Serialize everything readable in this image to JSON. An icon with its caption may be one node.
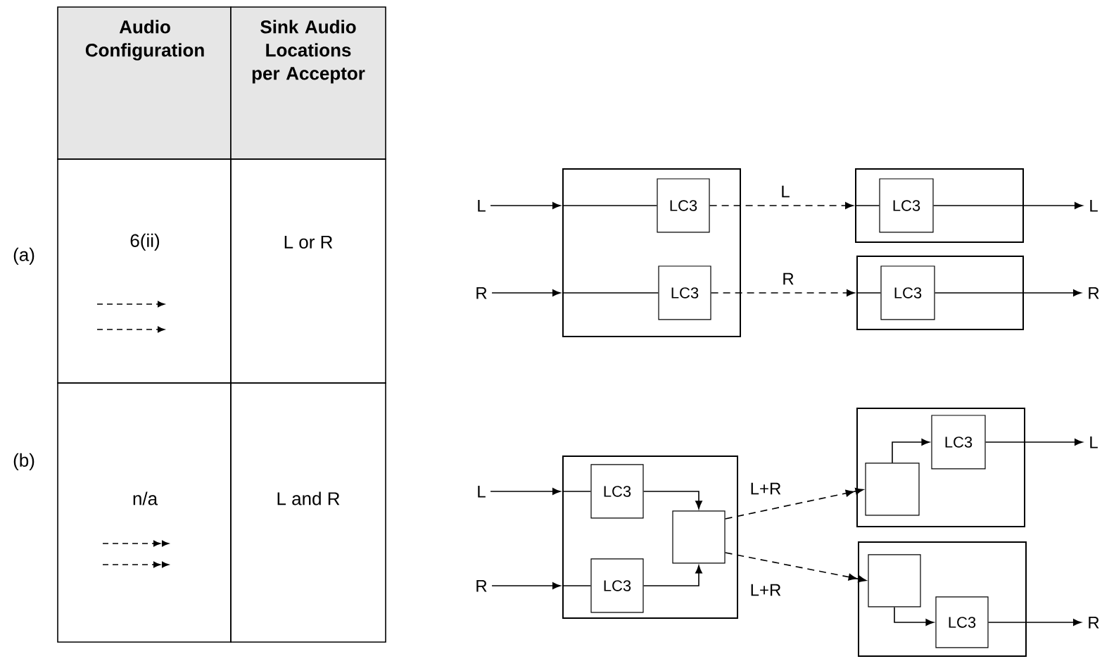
{
  "diagram": {
    "nodes": [
      {
        "text": [
          "L"
        ]
      },
      {
        "text": [
          "R"
        ]
      },
      {
        "text": [],
        "shape": "box"
      },
      {
        "text": [
          "LC3"
        ],
        "in": 2
      },
      {
        "text": [
          "LC3"
        ],
        "in": 2
      },
      {
        "text": [],
        "shape": "box"
      },
      {
        "text": [
          "LC3"
        ],
        "in": 5
      },
      {
        "text": [],
        "shape": "box"
      },
      {
        "text": [
          "LC3"
        ],
        "in": 7
      },
      {
        "text": [
          "L"
        ]
      },
      {
        "text": [
          "R"
        ]
      },
      {
        "text": [
          "L"
        ]
      },
      {
        "text": [
          "R"
        ]
      },
      {
        "text": [],
        "shape": "box"
      },
      {
        "text": [
          "LC3"
        ],
        "in": 13
      },
      {
        "text": [
          "LC3"
        ],
        "in": 13
      },
      {
        "text": [],
        "shape": "box",
        "in": 13
      },
      {
        "text": [],
        "shape": "box"
      },
      {
        "text": [],
        "shape": "box",
        "in": 17
      },
      {
        "text": [
          "LC3"
        ],
        "in": 17
      },
      {
        "text": [],
        "shape": "box"
      },
      {
        "text": [],
        "shape": "box",
        "in": 20
      },
      {
        "text": [
          "LC3"
        ],
        "in": 20
      },
      {
        "text": [
          "L"
        ]
      },
      {
        "text": [
          "R"
        ]
      }
    ],
    "edges": [
      {
        "from": 0,
        "to": 2,
        "arrow": "to"
      },
      {
        "from": 1,
        "to": 2,
        "arrow": "to"
      },
      {
        "from": 2,
        "to": 3,
        "arrow": "none"
      },
      {
        "from": 2,
        "to": 4,
        "arrow": "none"
      },
      {
        "from": 3,
        "to": 5,
        "arrow": "to",
        "label": "L",
        "style": "dashed"
      },
      {
        "from": 4,
        "to": 7,
        "arrow": "to",
        "label": "R",
        "style": "dashed"
      },
      {
        "from": 5,
        "to": 6,
        "arrow": "none"
      },
      {
        "from": 7,
        "to": 8,
        "arrow": "none"
      },
      {
        "from": 6,
        "to": 9,
        "arrow": "to"
      },
      {
        "from": 8,
        "to": 10,
        "arrow": "to"
      },
      {
        "from": 11,
        "to": 13,
        "arrow": "to"
      },
      {
        "from": 12,
        "to": 13,
        "arrow": "to"
      },
      {
        "from": 13,
        "to": 14,
        "arrow": "none"
      },
      {
        "from": 13,
        "to": 15,
        "arrow": "none"
      },
      {
        "from": 14,
        "to": 16,
        "arrow": "to"
      },
      {
        "from": 15,
        "to": 16,
        "arrow": "to"
      },
      {
        "from": 16,
        "to": 18,
        "arrow": "to",
        "label": "L+R",
        "style": "dashed"
      },
      {
        "from": 16,
        "to": 21,
        "arrow": "to",
        "label": "L+R",
        "style": "dashed"
      },
      {
        "from": 18,
        "to": 19,
        "arrow": "to"
      },
      {
        "from": 21,
        "to": 22,
        "arrow": "to"
      },
      {
        "from": 19,
        "to": 23,
        "arrow": "to"
      },
      {
        "from": 22,
        "to": 24,
        "arrow": "to"
      }
    ],
    "labels": [
      "Audio Configuration",
      "Sink Audio Locations per Acceptor",
      "(a)",
      "6(ii)",
      "L or R",
      "(b)",
      "n/a",
      "L and R"
    ]
  }
}
